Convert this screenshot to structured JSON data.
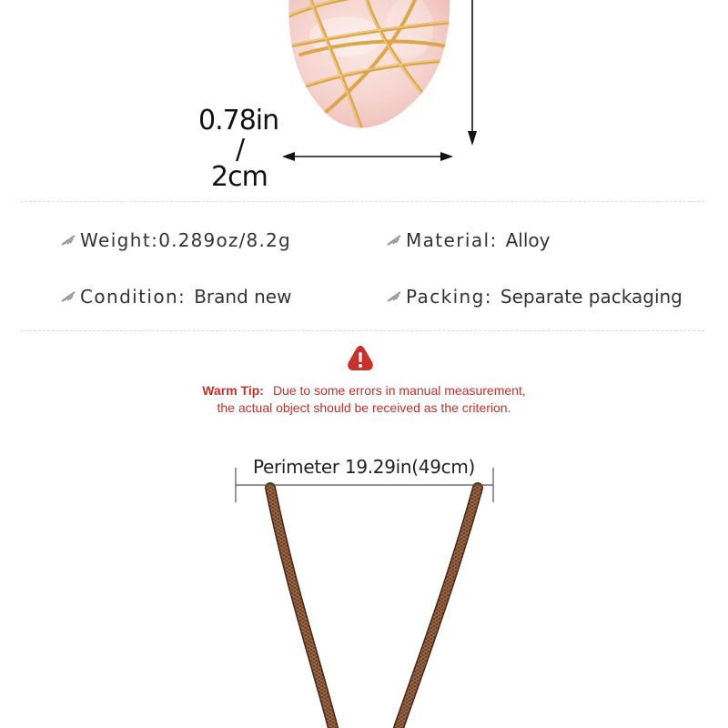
{
  "dimensions": {
    "width_inches": "0.78in",
    "separator": "/",
    "width_cm": "2cm"
  },
  "specs": [
    {
      "label": "Weight:",
      "value": "0.289oz/8.2g"
    },
    {
      "label": "Material:",
      "value": "Alloy"
    },
    {
      "label": "Condition:",
      "value": "Brand new"
    },
    {
      "label": "Packing:",
      "value": "Separate packaging"
    }
  ],
  "warm_tip": {
    "icon": "warning-icon",
    "label": "Warm Tip:",
    "line1": "Due to some errors in manual measurement,",
    "line2": "the actual object should be received as the criterion."
  },
  "perimeter": {
    "label": "Perimeter 19.29in(49cm)"
  },
  "colors": {
    "accent_red": "#c8302a",
    "cord_brown": "#6b3d22",
    "stone_pink": "#f6d3ce",
    "wire_gold": "#d9a84a"
  }
}
